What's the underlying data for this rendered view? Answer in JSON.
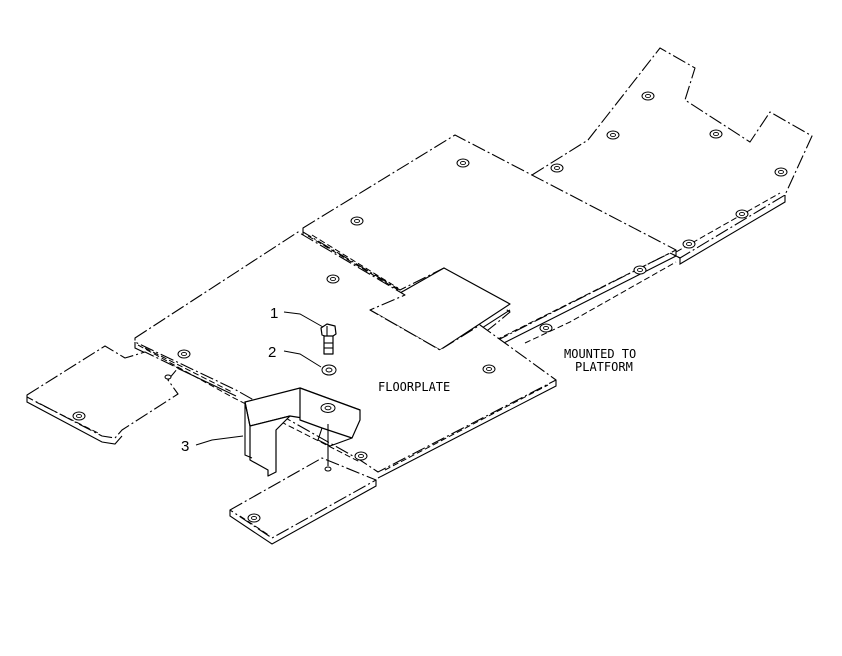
{
  "callouts": [
    {
      "number": "1"
    },
    {
      "number": "2"
    },
    {
      "number": "3"
    }
  ],
  "labels": {
    "floorplate": "FLOORPLATE",
    "mounted_line1": "MOUNTED TO",
    "mounted_line2": "PLATFORM"
  }
}
